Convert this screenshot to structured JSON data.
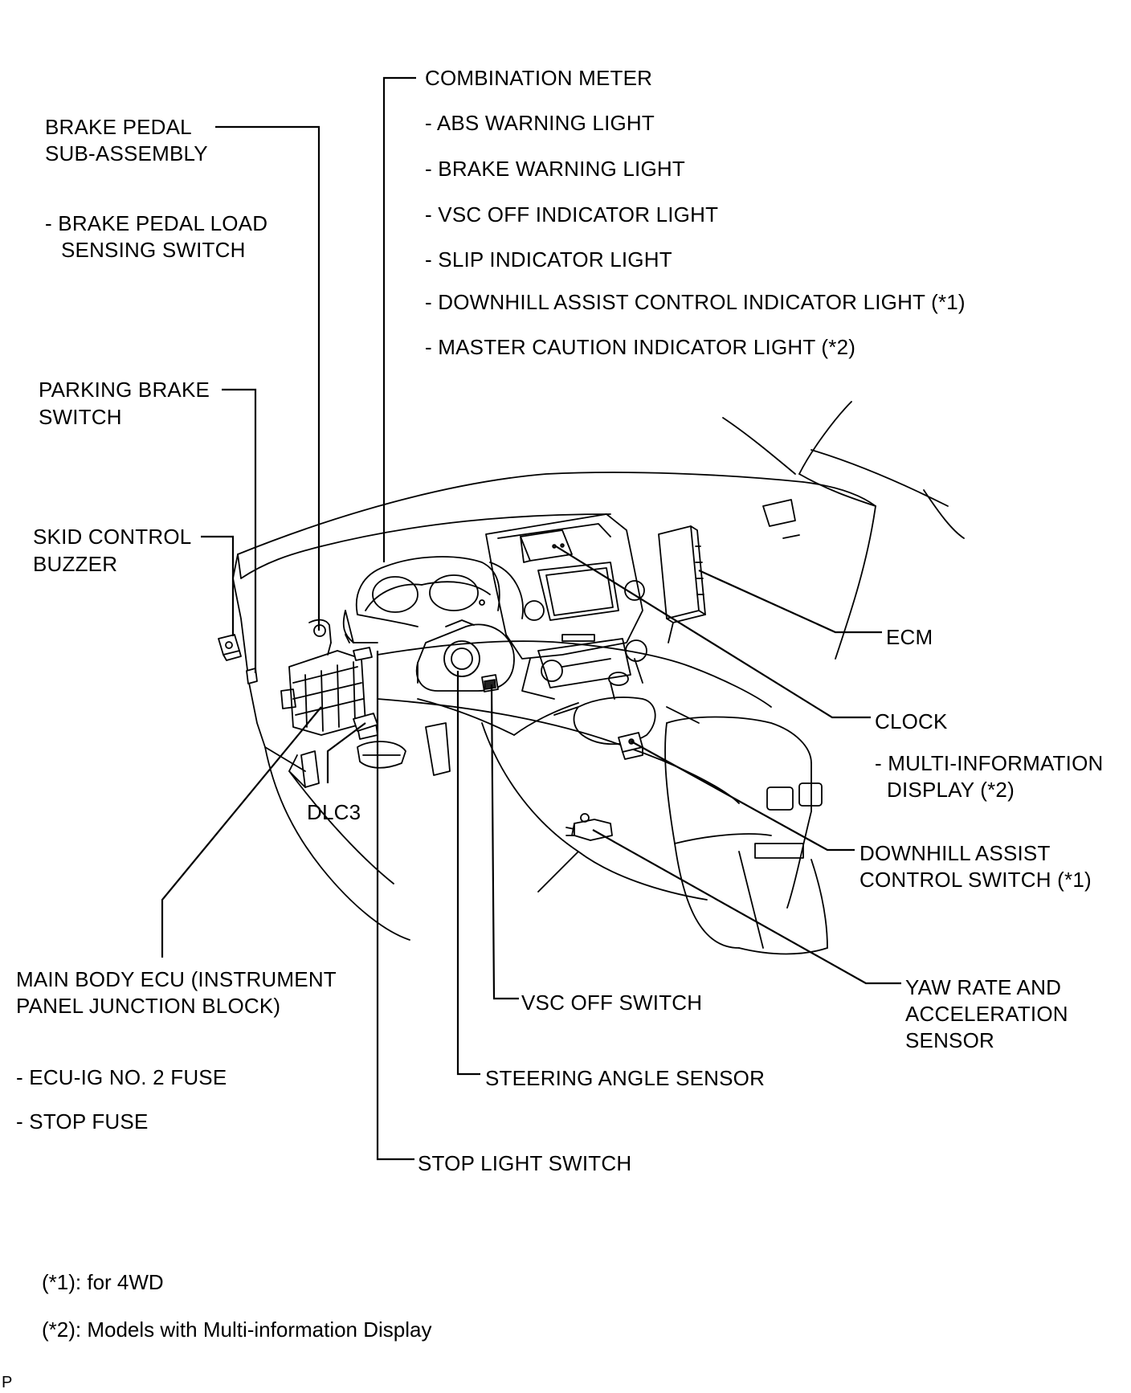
{
  "labels": {
    "combination_meter": "COMBINATION METER",
    "abs_warning_light": "- ABS WARNING LIGHT",
    "brake_warning_light": "- BRAKE WARNING LIGHT",
    "vsc_off_indicator_light": "- VSC OFF INDICATOR LIGHT",
    "slip_indicator_light": "- SLIP INDICATOR LIGHT",
    "downhill_assist_indicator_light": "- DOWNHILL ASSIST CONTROL INDICATOR LIGHT (*1)",
    "master_caution_indicator_light": "- MASTER CAUTION INDICATOR LIGHT (*2)",
    "brake_pedal_line1": "BRAKE PEDAL",
    "brake_pedal_line2": "SUB-ASSEMBLY",
    "brake_pedal_load_line1": "- BRAKE PEDAL LOAD",
    "brake_pedal_load_line2": "SENSING SWITCH",
    "parking_brake_line1": "PARKING BRAKE",
    "parking_brake_line2": "SWITCH",
    "skid_buzzer_line1": "SKID CONTROL",
    "skid_buzzer_line2": "BUZZER",
    "ecm": "ECM",
    "clock": "CLOCK",
    "multi_info_line1": "- MULTI-INFORMATION",
    "multi_info_line2": "DISPLAY (*2)",
    "dlc3": "DLC3",
    "downhill_switch_line1": "DOWNHILL ASSIST",
    "downhill_switch_line2": "CONTROL SWITCH (*1)",
    "main_body_ecu_line1": "MAIN BODY ECU (INSTRUMENT",
    "main_body_ecu_line2": "PANEL JUNCTION BLOCK)",
    "vsc_off_switch": "VSC OFF SWITCH",
    "yaw_rate_line1": "YAW RATE AND",
    "yaw_rate_line2": "ACCELERATION",
    "yaw_rate_line3": "SENSOR",
    "ecu_ig_fuse": "- ECU-IG NO. 2 FUSE",
    "stop_fuse": "- STOP FUSE",
    "steering_angle_sensor": "STEERING ANGLE SENSOR",
    "stop_light_switch": "STOP LIGHT SWITCH"
  },
  "notes": {
    "note1": "(*1): for 4WD",
    "note2": "(*2): Models with Multi-information Display"
  },
  "corner_mark": "P"
}
